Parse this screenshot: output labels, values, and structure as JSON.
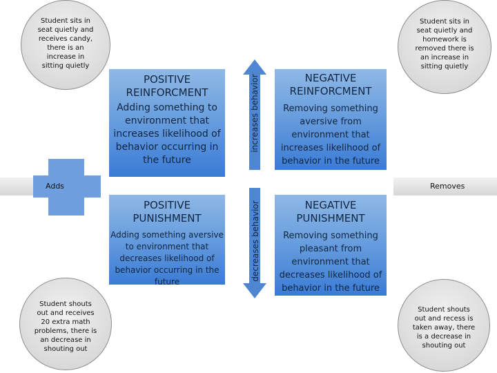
{
  "panels": {
    "positive_reinforcement": {
      "title": "POSITIVE REINFORCMENT",
      "desc": "Adding something to environment that increases likelihood of behavior occurring in the future"
    },
    "negative_reinforcement": {
      "title": "NEGATIVE REINFORCMENT",
      "desc": "Removing something aversive from environment that increases likelihood of behavior in the future"
    },
    "positive_punishment": {
      "title": "POSITIVE PUNISHMENT",
      "desc": "Adding something aversive to environment that decreases likelihood of behavior occurring in the future"
    },
    "negative_punishment": {
      "title": "NEGATIVE PUNISHMENT",
      "desc": "Removing something pleasant from environment that decreases likelihood of behavior in the future"
    }
  },
  "arrows": {
    "up_label": "increases behavior",
    "down_label": "decreases behavior"
  },
  "side_labels": {
    "adds": "Adds",
    "removes": "Removes"
  },
  "examples": {
    "top_left": "Student sits in seat quietly and receives candy, there is an increase in sitting quietly",
    "top_right": "Student sits in seat quietly and homework is removed there is an increase in sitting quietly",
    "bottom_left": "Student shouts out and receives 20 extra math problems, there is an decrease in shouting out",
    "bottom_right": "Student shouts out and recess is taken away, there is a decrease in shouting out"
  },
  "colors": {
    "panel_top": "#8fb8e6",
    "panel_bottom": "#3a7bd5",
    "arrow": "#4f86d2",
    "circle_fill": "#e4e4e4"
  }
}
